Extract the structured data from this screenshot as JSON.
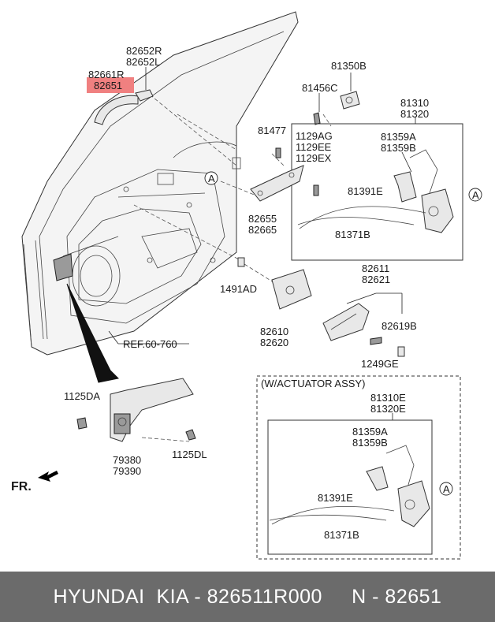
{
  "labels": {
    "p82652": "82652R",
    "p82652l": "82652L",
    "p82661r": "82661R",
    "p82651": "82651",
    "p81350b": "81350B",
    "p81456c": "81456C",
    "p81310": "81310",
    "p81320": "81320",
    "p81477": "81477",
    "p1129ag": "1129AG",
    "p1129ee": "1129EE",
    "p1129ex": "1129EX",
    "p81359a": "81359A",
    "p81359b": "81359B",
    "a_left": "A",
    "p81391e": "81391E",
    "a_right": "A",
    "p82655": "82655",
    "p82665": "82665",
    "p81371b": "81371B",
    "p82611": "82611",
    "p82621": "82621",
    "p1491ad": "1491AD",
    "p82610": "82610",
    "p82620": "82620",
    "p82619b": "82619B",
    "ref": "REF.60-760",
    "p1249ge": "1249GE",
    "act_title": "(W/ACTUATOR ASSY)",
    "p81310e": "81310E",
    "p81320e": "81320E",
    "p1125da": "1125DA",
    "p81359a2": "81359A",
    "p81359b2": "81359B",
    "a_act": "A",
    "p81391e2": "81391E",
    "p79380": "79380",
    "p79390": "79390",
    "p1125dl": "1125DL",
    "p81371b2": "81371B",
    "fr": "FR."
  },
  "highlight_color": "#f08080",
  "footer": {
    "text": "HYUNDAI  KIA - 826511R000     N - 82651"
  }
}
